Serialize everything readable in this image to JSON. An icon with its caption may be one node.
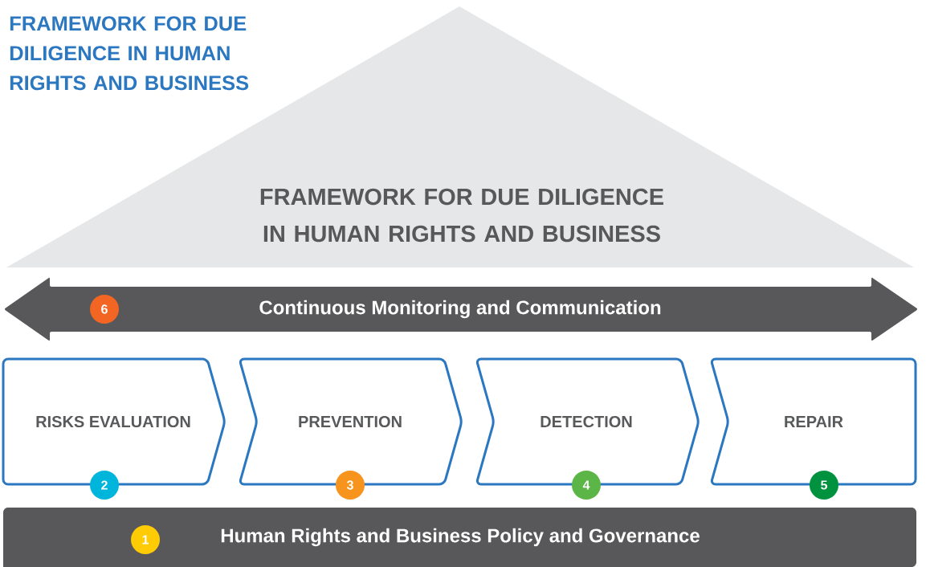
{
  "diagram": {
    "title": "FRAMEWORK FOR DUE DILIGENCE IN HUMAN RIGHTS AND BUSINESS",
    "nodes": [
      {
        "text": [
          "FRAMEWORK FOR DUE DILIGENCE IN HUMAN RIGHTS AND BUSINESS"
        ]
      },
      {
        "text": [
          "Continuous Monitoring and Communication"
        ]
      },
      {
        "text": [
          "6"
        ],
        "in": 1
      },
      {
        "text": [
          "RISKS EVALUATION"
        ],
        "beside": [
          "2"
        ]
      },
      {
        "text": [
          "PREVENTION"
        ],
        "beside": [
          "3"
        ]
      },
      {
        "text": [
          "DETECTION"
        ],
        "beside": [
          "4"
        ]
      },
      {
        "text": [
          "REPAIR"
        ],
        "beside": [
          "5"
        ]
      },
      {
        "text": [
          "Human Rights and Business Policy and Governance"
        ]
      },
      {
        "text": [
          "1"
        ],
        "in": 7
      }
    ]
  }
}
